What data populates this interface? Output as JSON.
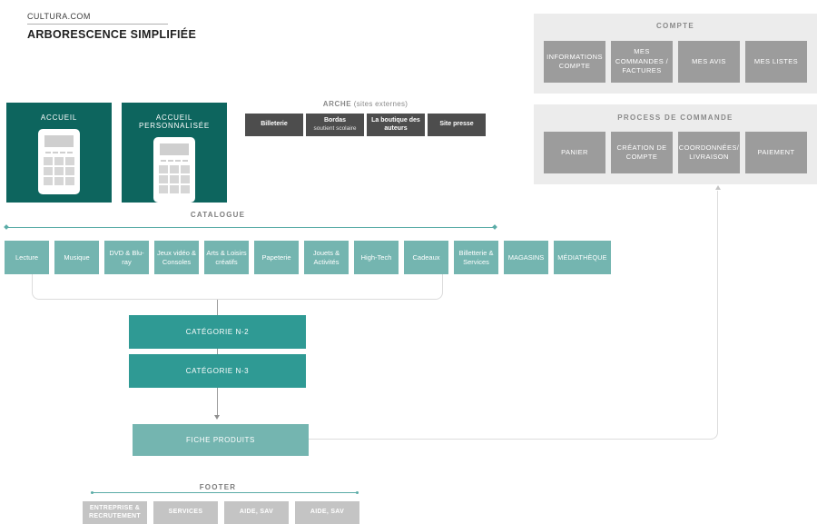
{
  "colors": {
    "dark-teal": "#0d655e",
    "teal": "#74b5b0",
    "teal-strong": "#2f9a94",
    "line-teal": "#5aaca7",
    "panel-gray": "#ececec",
    "node-gray": "#9c9c9c",
    "node-dark": "#4d4d4d",
    "footer-gray": "#c4c4c4"
  },
  "header": {
    "site": "CULTURA.COM",
    "title": "ARBORESCENCE SIMPLIFIÉE"
  },
  "home": {
    "main": "ACCUEIL",
    "personalized": "ACCUEIL PERSONNALISÉE"
  },
  "arche": {
    "title_strong": "ARCHE",
    "title_normal": " (sites externes)",
    "items": [
      {
        "strong": "Billeterie",
        "sub": ""
      },
      {
        "strong": "Bordas",
        "sub": "soutient scolaire"
      },
      {
        "strong": "La boutique des auteurs",
        "sub": ""
      },
      {
        "strong": "Site presse",
        "sub": ""
      }
    ]
  },
  "compte": {
    "title": "COMPTE",
    "items": [
      "INFORMATIONS COMPTE",
      "MES COMMANDES / FACTURES",
      "MES AVIS",
      "MES LISTES"
    ]
  },
  "process": {
    "title": "PROCESS DE COMMANDE",
    "items": [
      "PANIER",
      "CRÉATION DE COMPTE",
      "COORDONNÉES/ LIVRAISON",
      "PAIEMENT"
    ]
  },
  "catalogue": {
    "title": "CATALOGUE",
    "items": [
      "Lecture",
      "Musique",
      "DVD & Blu-ray",
      "Jeux vidéo & Consoles",
      "Arts & Loisirs créatifs",
      "Papeterie",
      "Jouets & Activités",
      "High-Tech",
      "Cadeaux",
      "Billetterie & Services",
      "MAGASINS",
      "MÉDIATHÈQUE"
    ]
  },
  "hierarchy": {
    "n2": "CATÉGORIE N-2",
    "n3": "CATÉGORIE N-3",
    "fiche": "FICHE PRODUITS"
  },
  "footer": {
    "title": "FOOTER",
    "items": [
      "ENTREPRISE & RECRUTEMENT",
      "SERVICES",
      "AIDE, SAV",
      "AIDE, SAV"
    ]
  }
}
